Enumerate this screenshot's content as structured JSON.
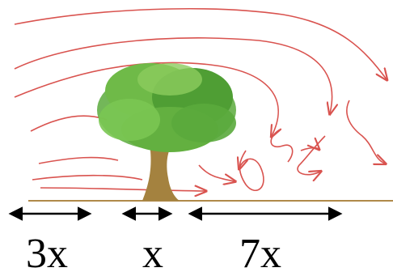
{
  "labels": {
    "upwind": "3x",
    "tree": "x",
    "downwind": "7x"
  },
  "colors": {
    "streamline": "#d9534f",
    "ground": "#b08a4a",
    "trunk": "#a4823f",
    "canopy": "#5aaa3c",
    "canopy_light": "#8ccc5e",
    "arrow": "#000000"
  }
}
